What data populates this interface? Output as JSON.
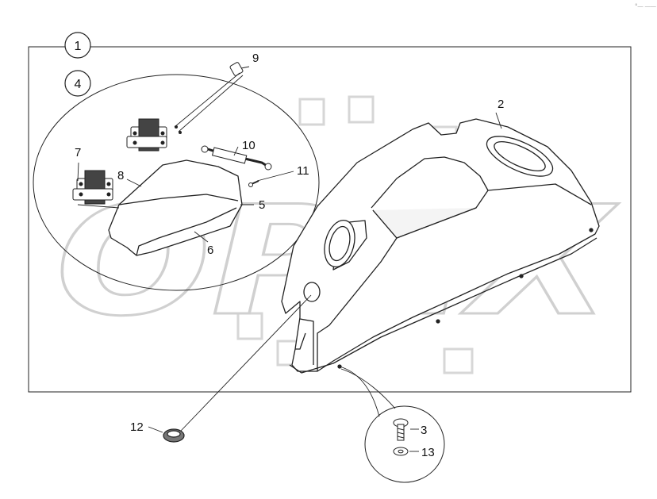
{
  "watermark": {
    "text": "OPEX"
  },
  "corner_mark": "°― ――",
  "callouts": {
    "c1": "1",
    "c4": "4"
  },
  "labels": {
    "l2": "2",
    "l3": "3",
    "l5": "5",
    "l6": "6",
    "l7": "7",
    "l8": "8",
    "l9": "9",
    "l10": "10",
    "l11": "11",
    "l12": "12",
    "l13": "13"
  }
}
